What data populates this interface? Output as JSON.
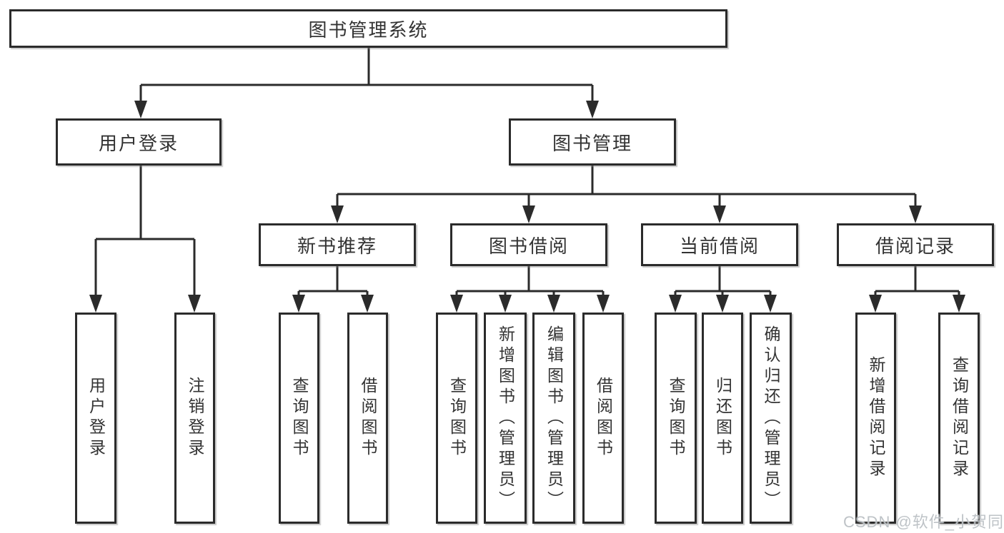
{
  "tree": {
    "root": {
      "label": "图书管理系统"
    },
    "branches": [
      {
        "label": "用户登录",
        "leaves": [
          {
            "label": "用户登录"
          },
          {
            "label": "注销登录"
          }
        ]
      },
      {
        "label": "图书管理",
        "sections": [
          {
            "label": "新书推荐",
            "leaves": [
              {
                "label": "查询图书"
              },
              {
                "label": "借阅图书"
              }
            ]
          },
          {
            "label": "图书借阅",
            "leaves": [
              {
                "label": "查询图书"
              },
              {
                "label": "新增图书（管理员）"
              },
              {
                "label": "编辑图书（管理员）"
              },
              {
                "label": "借阅图书"
              }
            ]
          },
          {
            "label": "当前借阅",
            "leaves": [
              {
                "label": "查询图书"
              },
              {
                "label": "归还图书"
              },
              {
                "label": "确认归还（管理员）"
              }
            ]
          },
          {
            "label": "借阅记录",
            "leaves": [
              {
                "label": "新增借阅记录"
              },
              {
                "label": "查询借阅记录"
              }
            ]
          }
        ]
      }
    ]
  },
  "watermark": {
    "text": "CSDN @软件_小贺同学",
    "color": "#b9bec2"
  },
  "colors": {
    "line": "#2b2b2b",
    "text": "#333333",
    "background": "#ffffff"
  }
}
